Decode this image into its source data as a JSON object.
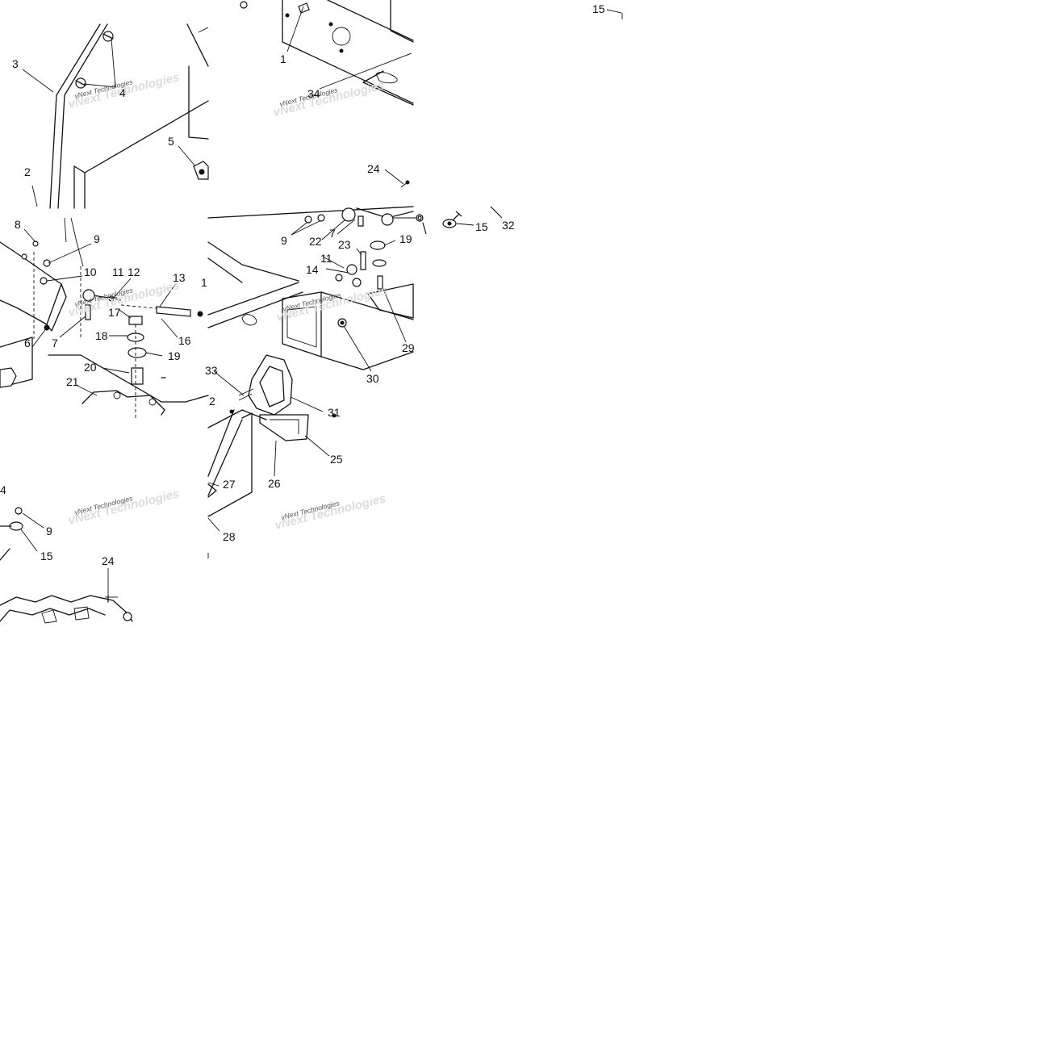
{
  "watermark": {
    "text": "vNext Technologies"
  },
  "callouts": {
    "t1": {
      "label": "1"
    },
    "t2": {
      "label": "2"
    },
    "t3": {
      "label": "3"
    },
    "t4": {
      "label": "4"
    },
    "t5": {
      "label": "5"
    },
    "t6": {
      "label": "6"
    },
    "t7": {
      "label": "7"
    },
    "t8": {
      "label": "8"
    },
    "t9": {
      "label": "9"
    },
    "t10": {
      "label": "10"
    },
    "t11": {
      "label": "11"
    },
    "t12": {
      "label": "12"
    },
    "t13": {
      "label": "13"
    },
    "t14": {
      "label": "14"
    },
    "t15": {
      "label": "15"
    },
    "t16": {
      "label": "16"
    },
    "t17": {
      "label": "17"
    },
    "t18": {
      "label": "18"
    },
    "t19": {
      "label": "19"
    },
    "t20": {
      "label": "20"
    },
    "t21": {
      "label": "21"
    },
    "t22": {
      "label": "22"
    },
    "t23": {
      "label": "23"
    },
    "t24": {
      "label": "24"
    },
    "t25": {
      "label": "25"
    },
    "t26": {
      "label": "26"
    },
    "t27": {
      "label": "27"
    },
    "t28": {
      "label": "28"
    },
    "t29": {
      "label": "29"
    },
    "t30": {
      "label": "30"
    },
    "t31": {
      "label": "31"
    },
    "t32": {
      "label": "32"
    },
    "t33": {
      "label": "33"
    },
    "t34": {
      "label": "34"
    }
  }
}
